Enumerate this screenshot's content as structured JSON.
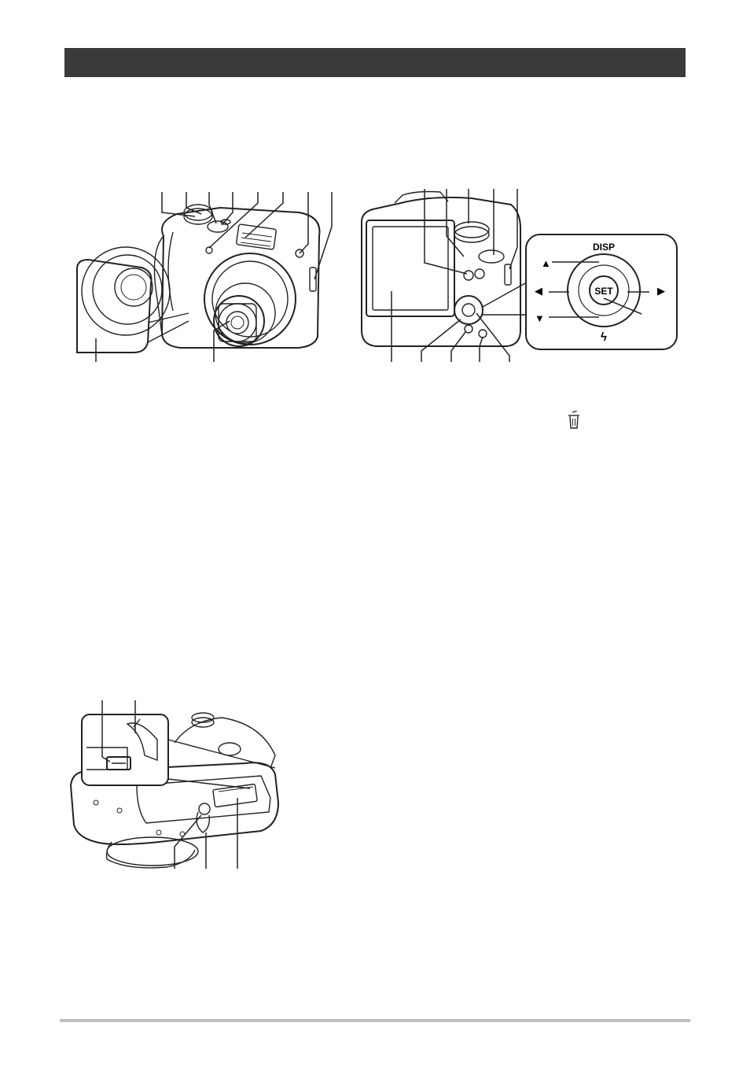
{
  "header": {
    "bar_color": "#3a3a3a"
  },
  "front_view": {
    "callout_count": 10
  },
  "back_view": {
    "callout_count": 10,
    "control_panel": {
      "top_label": "DISP",
      "center_label": "SET",
      "up_arrow": "▲",
      "down_arrow": "▼",
      "left_arrow": "◀",
      "right_arrow": "▶",
      "flash_symbol": "ϟ"
    }
  },
  "bottom_view": {
    "callout_count": 5
  },
  "icons": [
    "trash-icon"
  ],
  "footer": {
    "rule_color": "#bdbdbd"
  }
}
